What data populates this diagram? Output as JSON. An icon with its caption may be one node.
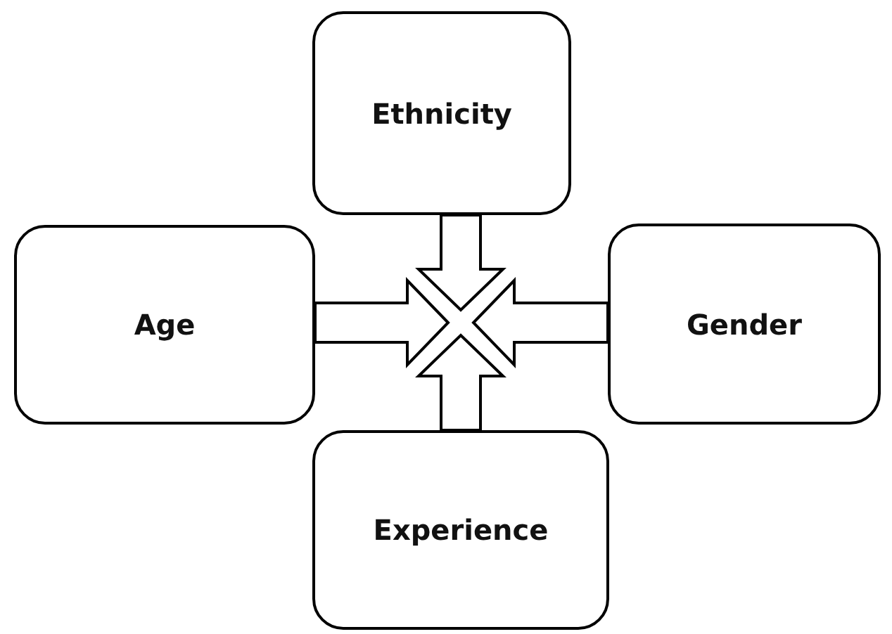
{
  "diagram": {
    "nodes": [
      {
        "text": [
          "Ethnicity"
        ]
      },
      {
        "text": [
          "Age"
        ]
      },
      {
        "text": [
          "Gender"
        ]
      },
      {
        "text": [
          "Experience"
        ]
      }
    ],
    "edges": [
      {
        "from": 0,
        "to": null,
        "arrow": "to",
        "style": "thick"
      },
      {
        "from": 1,
        "to": null,
        "arrow": "to",
        "style": "thick"
      },
      {
        "from": 2,
        "to": null,
        "arrow": "to",
        "style": "thick"
      },
      {
        "from": 3,
        "to": null,
        "arrow": "to",
        "style": "thick"
      }
    ]
  }
}
